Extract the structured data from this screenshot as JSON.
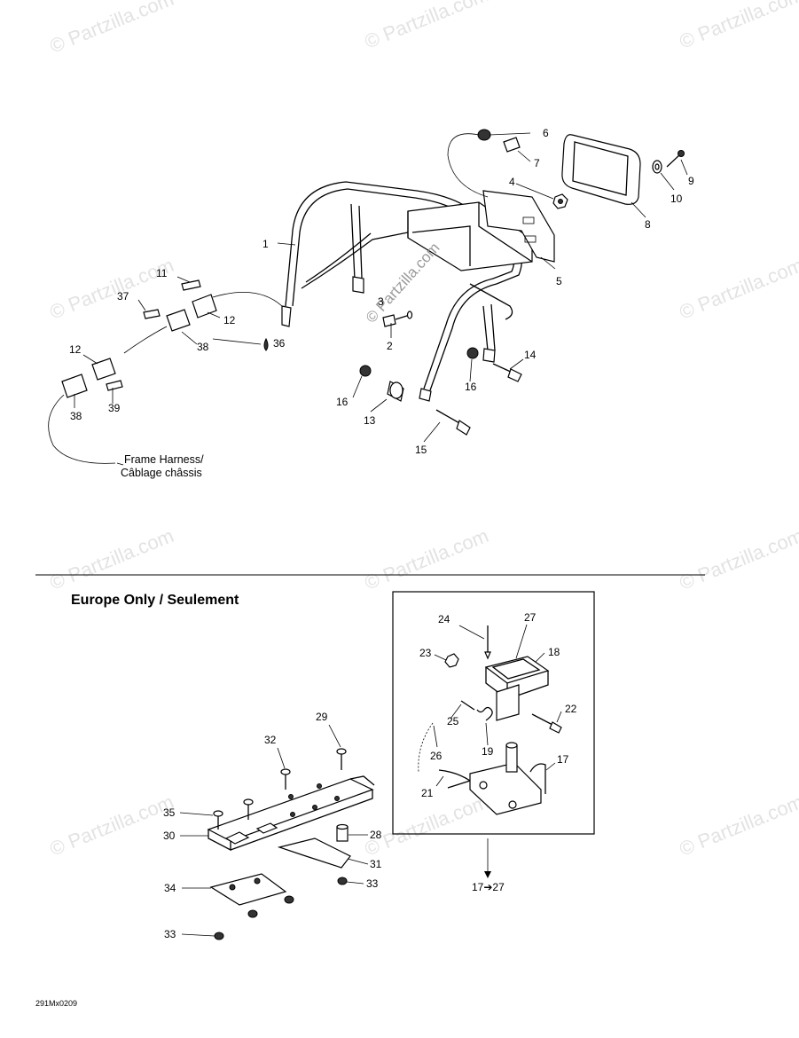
{
  "watermark": "© Partzilla.com",
  "center_watermark": "© Partzilla.com",
  "europe_heading": "Europe Only / Seulement",
  "harness_note": [
    "Frame Harness/",
    "Câblage châssis"
  ],
  "drawing_code": "291Mx0209",
  "kit_label": "17➔27",
  "callouts": {
    "1": "1",
    "2": "2",
    "3": "3",
    "4": "4",
    "5": "5",
    "6": "6",
    "7": "7",
    "8": "8",
    "9": "9",
    "10": "10",
    "11": "11",
    "12": "12",
    "13": "13",
    "14": "14",
    "15": "15",
    "16": "16",
    "17": "17",
    "18": "18",
    "19": "19",
    "21": "21",
    "22": "22",
    "23": "23",
    "24": "24",
    "25": "25",
    "26": "26",
    "27": "27",
    "28": "28",
    "29": "29",
    "30": "30",
    "31": "31",
    "32": "32",
    "33": "33",
    "34": "34",
    "35": "35",
    "36": "36",
    "37": "37",
    "38": "38",
    "39": "39"
  }
}
